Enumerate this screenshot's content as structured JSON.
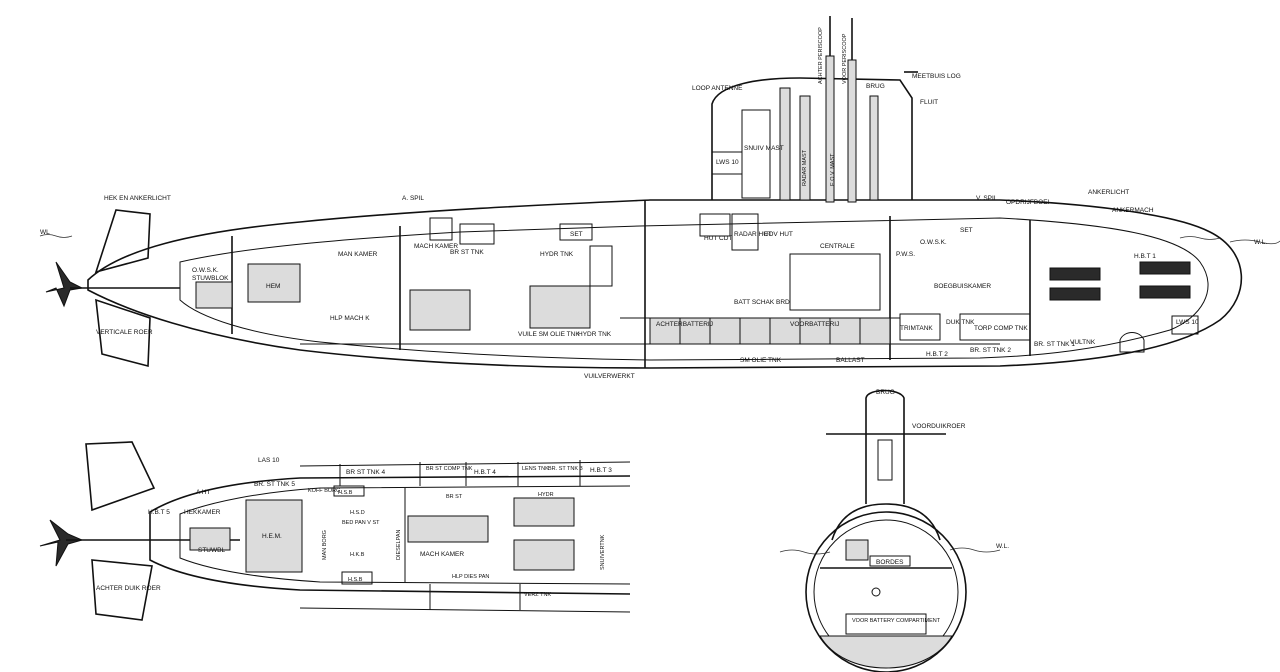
{
  "side_view": {
    "labels": [
      "HEK EN ANKERLICHT",
      "WL",
      "A. SPIL",
      "MAN KAMER",
      "O.W.S.K.",
      "STUWBLOK",
      "HEM",
      "MACH KAMER",
      "HLP MACH K",
      "BR ST TNK",
      "HYDR TNK",
      "SET",
      "VUILE SM OLIE TNK",
      "HYDR TNK",
      "VERTICALE ROER",
      "VUILVERWERKT",
      "LOOP ANTENNE",
      "ACHTER PERISCOOP",
      "VOOR PERISCOOP",
      "BRUG",
      "MEETBUIS LOG",
      "FLUIT",
      "SNUIV MAST",
      "LWS 10",
      "RADAR MAST",
      "E.O.V. MAST",
      "HUT CDT",
      "RADAR HUT",
      "EOV HUT",
      "CENTRALE",
      "BATT SCHAK BRD",
      "ACHTERBATTERIJ",
      "VOORBATTERIJ",
      "SM OLIE TNK",
      "BALLAST",
      "V. SPIL",
      "OPDRIJFBOEI",
      "O.W.S.K.",
      "SET",
      "P.W.S.",
      "ANKERLICHT",
      "ANKERMACH",
      "H.B.T 1",
      "BOEGBUISKAMER",
      "TRIMTANK",
      "DUK TNK",
      "TORP COMP TNK",
      "H.B.T 2",
      "BR. ST TNK 2",
      "BR. ST TNK 1",
      "VULTNK",
      "LWS 10",
      "W.L."
    ]
  },
  "plan_view": {
    "labels": [
      "LAS 10",
      "A HT",
      "BR. ST TNK 5",
      "BR ST TNK 4",
      "BR ST COMP TNK",
      "H.B.T 4",
      "LENS TNK",
      "BR. ST TNK 3",
      "H.B.T 3",
      "H.B.T 5",
      "HEKKAMER",
      "STUWBL",
      "H.E.M.",
      "KOFF BORG",
      "H.S.B",
      "MAN BORG",
      "BED PAN V ST",
      "H.S.D",
      "H.K.B",
      "H.S.B",
      "DIESELPAN",
      "BR ST",
      "MACH KAMER",
      "HYDR",
      "HLP DIES PAN",
      "SNUIVERTNK",
      "VERZ TNK",
      "ACHTER DUIK ROER"
    ]
  },
  "section_view": {
    "labels": [
      "BRUG",
      "VOORDUIKROER",
      "W.L.",
      "BORDES",
      "VOOR BATTERY COMPARTIMENT"
    ]
  }
}
